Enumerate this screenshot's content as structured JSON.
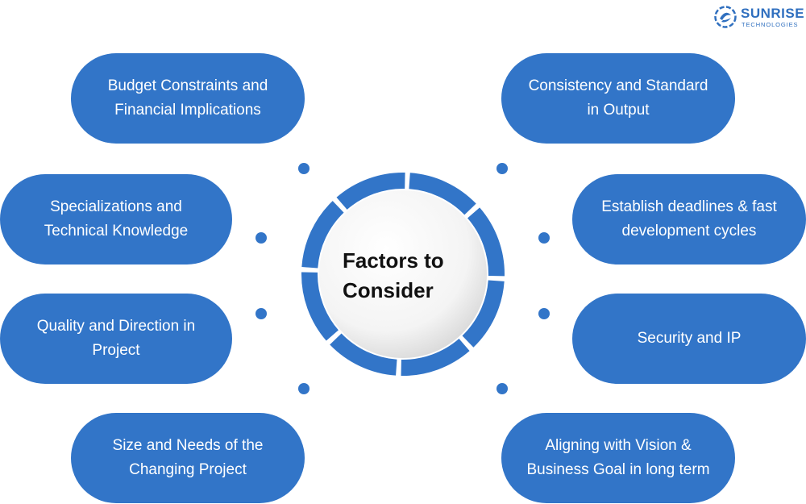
{
  "logo": {
    "name": "SUNRISE",
    "subtitle": "TECHNOLOGIES"
  },
  "colors": {
    "accent": "#3275c8",
    "text_dark": "#111111",
    "pill_text": "#ffffff"
  },
  "center": {
    "line1": "Factors to",
    "line2": "Consider"
  },
  "factors": {
    "budget": {
      "line1": "Budget Constraints and",
      "line2": "Financial Implications"
    },
    "special": {
      "line1": "Specializations and",
      "line2": "Technical Knowledge"
    },
    "quality": {
      "line1": "Quality and Direction in",
      "line2": "Project"
    },
    "size": {
      "line1": "Size and Needs of the",
      "line2": "Changing Project"
    },
    "consist": {
      "line1": "Consistency and Standard",
      "line2": "in Output"
    },
    "deadlines": {
      "line1": "Establish deadlines & fast",
      "line2": "development cycles"
    },
    "security": {
      "line1": "Security and IP"
    },
    "vision": {
      "line1": "Aligning with Vision &",
      "line2": "Business Goal in long term"
    }
  }
}
